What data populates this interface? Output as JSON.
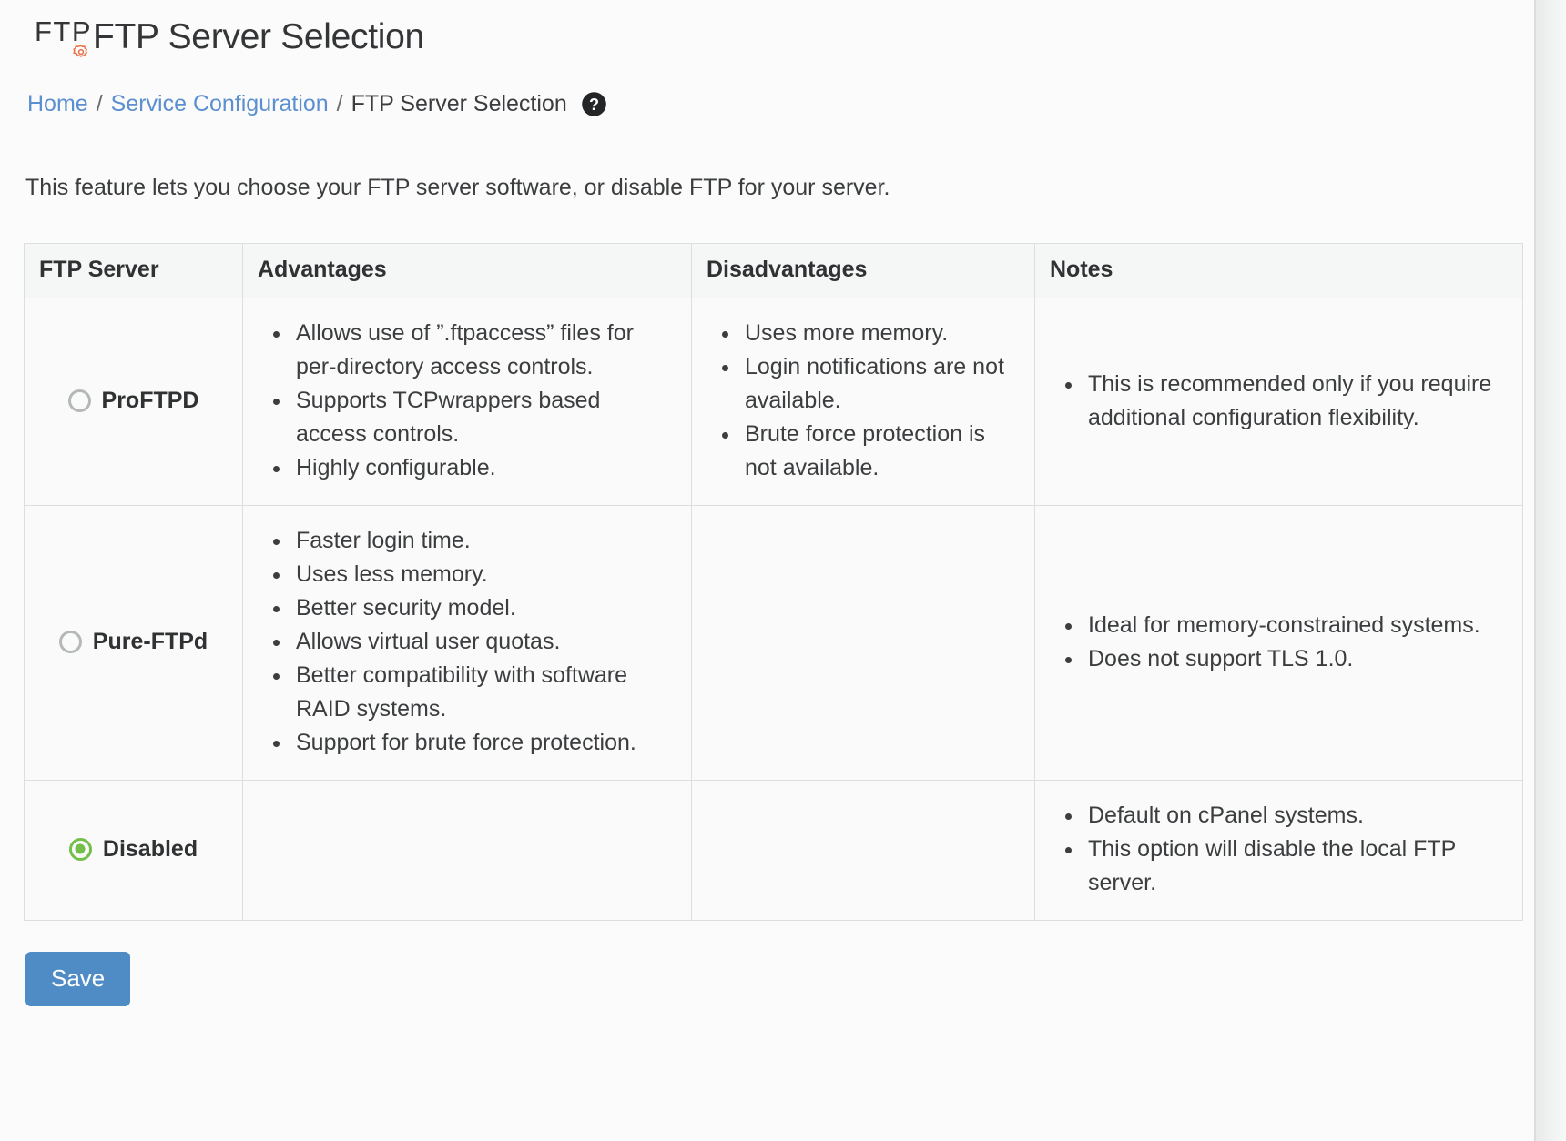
{
  "header": {
    "icon_text": "FTP",
    "icon_name": "ftp-gear-icon",
    "title": "FTP Server Selection"
  },
  "breadcrumb": {
    "home": "Home",
    "section": "Service Configuration",
    "current": "FTP Server Selection",
    "separator": "/",
    "help_icon": "question-mark-help-icon"
  },
  "intro": "This feature lets you choose your FTP server software, or disable FTP for your server.",
  "table": {
    "headers": [
      "FTP Server",
      "Advantages",
      "Disadvantages",
      "Notes"
    ],
    "rows": [
      {
        "name": "ProFTPD",
        "selected": false,
        "advantages": [
          "Allows use of ”.ftpaccess” files for per-directory access controls.",
          "Supports TCPwrappers based access controls.",
          "Highly configurable."
        ],
        "disadvantages": [
          "Uses more memory.",
          "Login notifications are not available.",
          "Brute force protection is not available."
        ],
        "notes": [
          "This is recommended only if you require additional configuration flexibility."
        ]
      },
      {
        "name": "Pure-FTPd",
        "selected": false,
        "advantages": [
          "Faster login time.",
          "Uses less memory.",
          "Better security model.",
          "Allows virtual user quotas.",
          "Better compatibility with software RAID systems.",
          "Support for brute force protection."
        ],
        "disadvantages": [],
        "notes": [
          "Ideal for memory-constrained systems.",
          "Does not support TLS 1.0."
        ]
      },
      {
        "name": "Disabled",
        "selected": true,
        "advantages": [],
        "disadvantages": [],
        "notes": [
          "Default on cPanel systems.",
          "This option will disable the local FTP server."
        ]
      }
    ]
  },
  "footer": {
    "save_label": "Save"
  },
  "colors": {
    "link": "#5b8fd0",
    "save_button": "#4f8bc4",
    "radio_selected": "#74bf4b",
    "radio_unselected": "#b4b8b9",
    "icon_accent": "#e8734a",
    "page_background": "#fbfbfb",
    "table_header_background": "#f5f6f6",
    "border": "#dededf"
  }
}
